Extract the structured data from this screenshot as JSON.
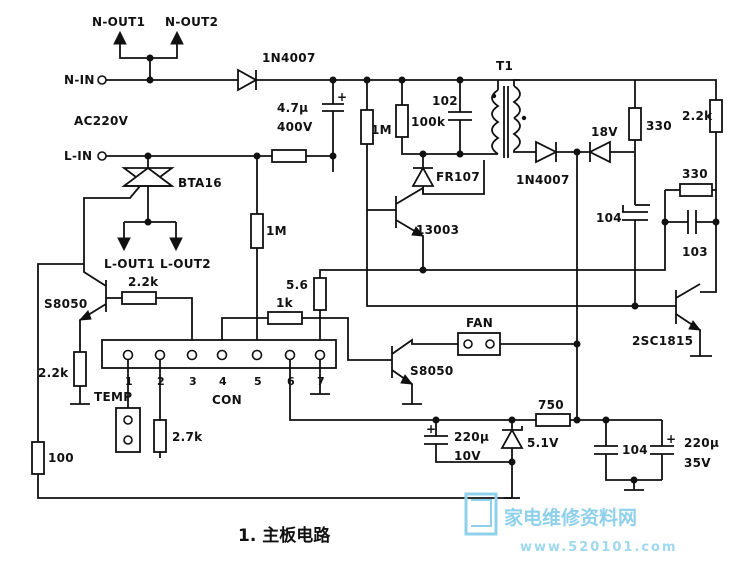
{
  "caption": "1. 主板电路",
  "watermark": {
    "text": "家电维修资料网",
    "url": "www.520101.com"
  },
  "terminals": {
    "n_out1": "N-OUT1",
    "n_out2": "N-OUT2",
    "n_in": "N-IN",
    "l_in": "L-IN",
    "l_out1": "L-OUT1",
    "l_out2": "L-OUT2",
    "ac": "AC220V"
  },
  "components": {
    "d_input": "1N4007",
    "cap_input": "4.7μ",
    "cap_input_v": "400V",
    "r_1m_a": "1M",
    "r_100k": "100k",
    "cap_102": "102",
    "transformer": "T1",
    "d_fr107": "FR107",
    "triac": "BTA16",
    "q_13003": "13003",
    "r_1m_b": "1M",
    "d_sec": "1N4007",
    "zener_18v": "18V",
    "r_330_a": "330",
    "r_2_2k_right": "2.2k",
    "r_330_b": "330",
    "cap_104_a": "104",
    "cap_103": "103",
    "q_2sc1815": "2SC1815",
    "q_s8050_left": "S8050",
    "r_2_2k_base": "2.2k",
    "r_2_2k_left": "2.2k",
    "r_5_6": "5.6",
    "r_1k": "1k",
    "fan": "FAN",
    "q_s8050_fan": "S8050",
    "temp": "TEMP",
    "r_2_7k": "2.7k",
    "r_100": "100",
    "con": "CON",
    "cap_220u_a": "220μ",
    "cap_220u_a_v": "10V",
    "zener_5v1": "5.1V",
    "r_750": "750",
    "cap_104_b": "104",
    "cap_220u_b": "220μ",
    "cap_220u_b_v": "35V"
  },
  "con_pins": [
    "1",
    "2",
    "3",
    "4",
    "5",
    "6",
    "7"
  ]
}
